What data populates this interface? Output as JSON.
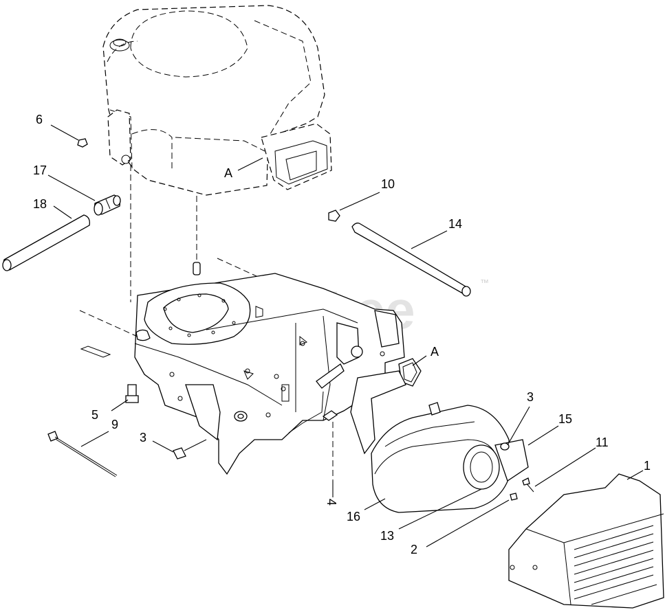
{
  "watermark": {
    "brand": "PartsTree",
    "trademark": "™"
  },
  "callouts": {
    "engine_ref_a": "A",
    "exhaust_ref_a": "A",
    "c1": "1",
    "c2": "2",
    "c3_frame": "3",
    "c3_muffler": "3",
    "c4": "4",
    "c5": "5",
    "c6": "6",
    "c9": "9",
    "c10": "10",
    "c11": "11",
    "c13": "13",
    "c14": "14",
    "c15": "15",
    "c16": "16",
    "c17": "17",
    "c18": "18"
  }
}
